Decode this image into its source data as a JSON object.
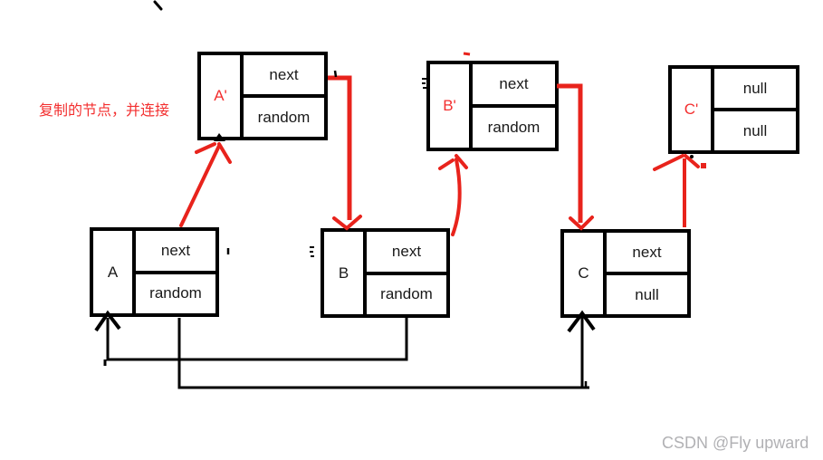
{
  "annotation": {
    "text": "复制的节点，并连接"
  },
  "watermark": {
    "text": "CSDN @Fly upward"
  },
  "colors": {
    "stroke_red": "#e8231c",
    "text_red": "#f32f2f",
    "stroke_black": "#000000",
    "watermark_gray": "#b1b1b4"
  },
  "nodes": {
    "a_prime": {
      "label": "A'",
      "fields": {
        "top": "next",
        "bottom": "random"
      }
    },
    "b_prime": {
      "label": "B'",
      "fields": {
        "top": "next",
        "bottom": "random"
      }
    },
    "c_prime": {
      "label": "C'",
      "fields": {
        "top": "null",
        "bottom": "null"
      }
    },
    "a": {
      "label": "A",
      "fields": {
        "top": "next",
        "bottom": "random"
      }
    },
    "b": {
      "label": "B",
      "fields": {
        "top": "next",
        "bottom": "random"
      }
    },
    "c": {
      "label": "C",
      "fields": {
        "top": "next",
        "bottom": "null"
      }
    }
  },
  "edges": [
    {
      "from": "A",
      "to": "A'",
      "color": "red"
    },
    {
      "from": "A'.next",
      "to": "B",
      "color": "red"
    },
    {
      "from": "B",
      "to": "B'",
      "color": "red"
    },
    {
      "from": "B'.next",
      "to": "C",
      "color": "red"
    },
    {
      "from": "C",
      "to": "C'",
      "color": "red"
    },
    {
      "from": "B.random",
      "to": "A",
      "color": "black"
    },
    {
      "from": "A.random",
      "to": "C",
      "color": "black"
    }
  ]
}
